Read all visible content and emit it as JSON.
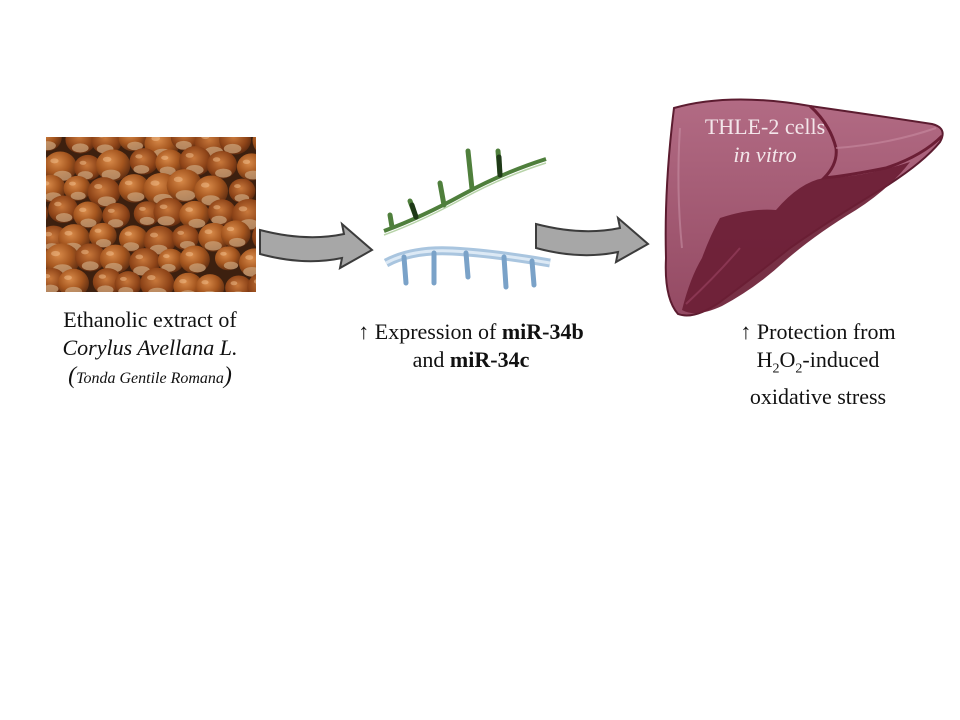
{
  "colors": {
    "hazelnut_bg": "#5a3420",
    "hazelnut_shell": "#8a4a22",
    "arrow_fill": "#a7a7a7",
    "arrow_stroke": "#3c3c3c",
    "rna_green": "#4f7f3c",
    "rna_blue": "#8fb3d3",
    "liver_main": "#a45a72",
    "liver_dark": "#6b1e35"
  },
  "step1": {
    "line1": "Ethanolic extract of",
    "line2": "Corylus Avellana L.",
    "open_paren": "(",
    "variety": "Tonda Gentile Romana",
    "close_paren": ")"
  },
  "step2": {
    "arrow": "↑",
    "prefix": " Expression of ",
    "mir1": "miR-34b",
    "and": "and ",
    "mir2": "miR-34c"
  },
  "step3": {
    "liver_label1": "THLE-2 cells",
    "liver_label2": "in vitro",
    "arrow": "↑",
    "text1": " Protection from",
    "h": "H",
    "sub2a": "2",
    "o": "O",
    "sub2b": "2",
    "rest": "-induced",
    "text3": "oxidative stress"
  },
  "icons": {
    "hazelnuts": "hazelnuts-photo",
    "flow_arrow": "block-arrow-right",
    "rna": "rna-strands-icon",
    "liver": "liver-icon"
  }
}
